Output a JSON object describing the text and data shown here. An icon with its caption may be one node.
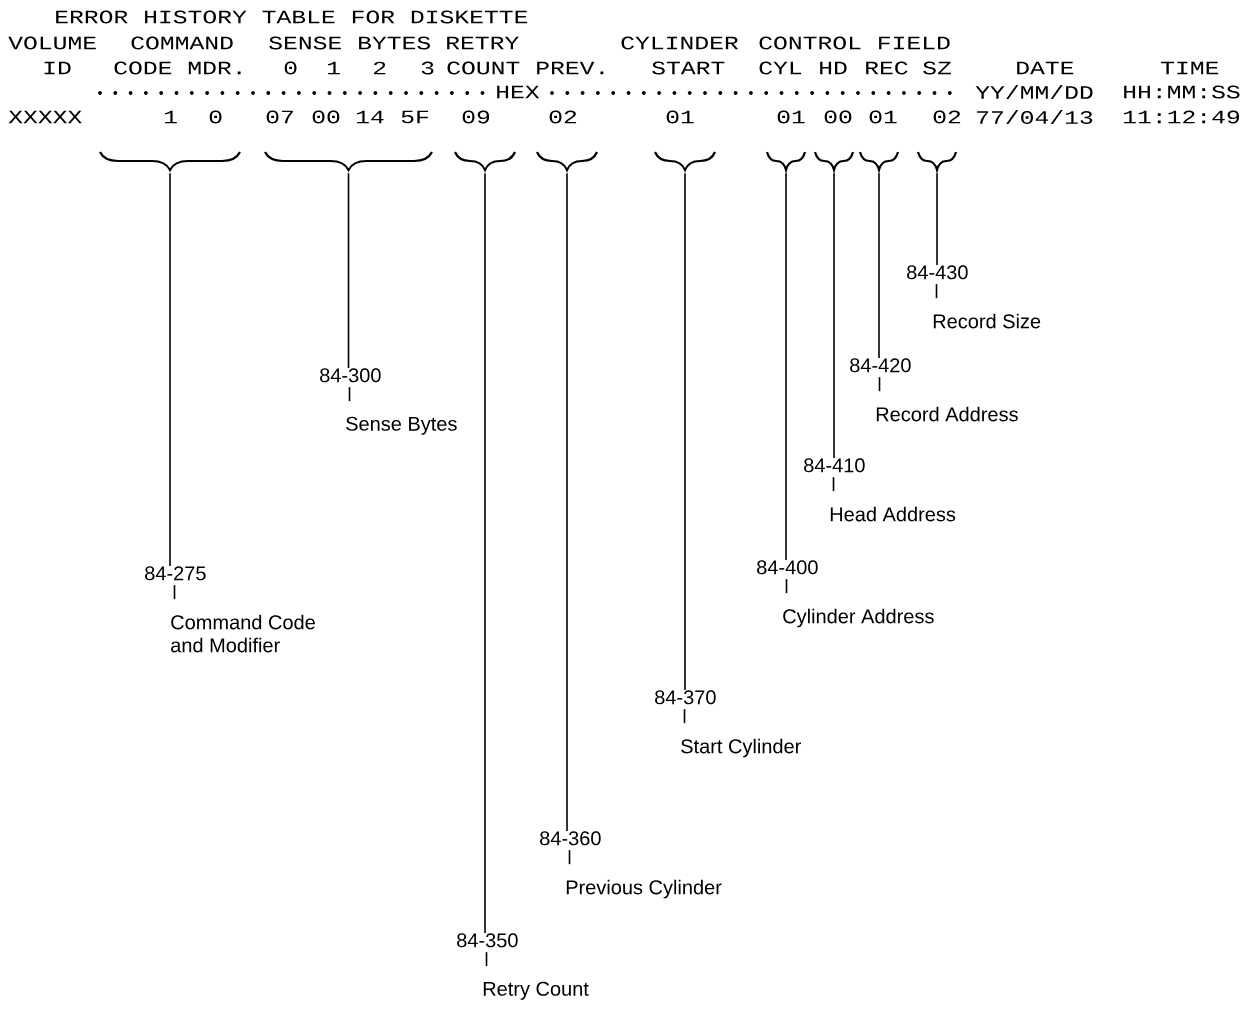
{
  "diagram": {
    "title": "ERROR HISTORY TABLE FOR DISKETTE",
    "nodes": [
      {
        "text": [],
        "shape": "brace"
      },
      {
        "text": [],
        "shape": "brace"
      },
      {
        "text": [],
        "shape": "brace"
      },
      {
        "text": [],
        "shape": "brace"
      },
      {
        "text": [],
        "shape": "brace"
      },
      {
        "text": [],
        "shape": "brace"
      },
      {
        "text": [],
        "shape": "brace"
      },
      {
        "text": [],
        "shape": "brace"
      },
      {
        "text": [],
        "shape": "brace"
      },
      {
        "text": [
          "84-275",
          "Command Code and Modifier"
        ]
      },
      {
        "text": [
          "84-300",
          "Sense Bytes"
        ]
      },
      {
        "text": [
          "84-350",
          "Retry Count"
        ]
      },
      {
        "text": [
          "84-360",
          "Previous Cylinder"
        ]
      },
      {
        "text": [
          "84-370",
          "Start Cylinder"
        ]
      },
      {
        "text": [
          "84-400",
          "Cylinder Address"
        ]
      },
      {
        "text": [
          "84-410",
          "Head Address"
        ]
      },
      {
        "text": [
          "84-420",
          "Record Address"
        ]
      },
      {
        "text": [
          "84-430",
          "Record Size"
        ]
      }
    ],
    "edges": [
      {
        "from": 9,
        "to": 0,
        "arrow": "none"
      },
      {
        "from": 10,
        "to": 1,
        "arrow": "none"
      },
      {
        "from": 11,
        "to": 2,
        "arrow": "none"
      },
      {
        "from": 12,
        "to": 3,
        "arrow": "none"
      },
      {
        "from": 13,
        "to": 4,
        "arrow": "none"
      },
      {
        "from": 14,
        "to": 5,
        "arrow": "none"
      },
      {
        "from": 15,
        "to": 6,
        "arrow": "none"
      },
      {
        "from": 16,
        "to": 7,
        "arrow": "none"
      },
      {
        "from": 17,
        "to": 8,
        "arrow": "none"
      }
    ],
    "labels": [
      "VOLUME",
      "COMMAND",
      "SENSE BYTES",
      "RETRY",
      "CYLINDER",
      "CONTROL FIELD",
      "ID",
      "CODE MDR.",
      "0",
      "1",
      "2",
      "3",
      "COUNT",
      "PREV.",
      "START",
      "CYL",
      "HD",
      "REC",
      "SZ",
      "DATE",
      "TIME",
      "HEX",
      "YY/MM/DD",
      "HH:MM:SS",
      "XXXXX",
      "1",
      "0",
      "07",
      "00",
      "14",
      "5F",
      "09",
      "02",
      "01",
      "01",
      "00",
      "01",
      "02",
      "77/04/13",
      "11:12:49"
    ]
  }
}
